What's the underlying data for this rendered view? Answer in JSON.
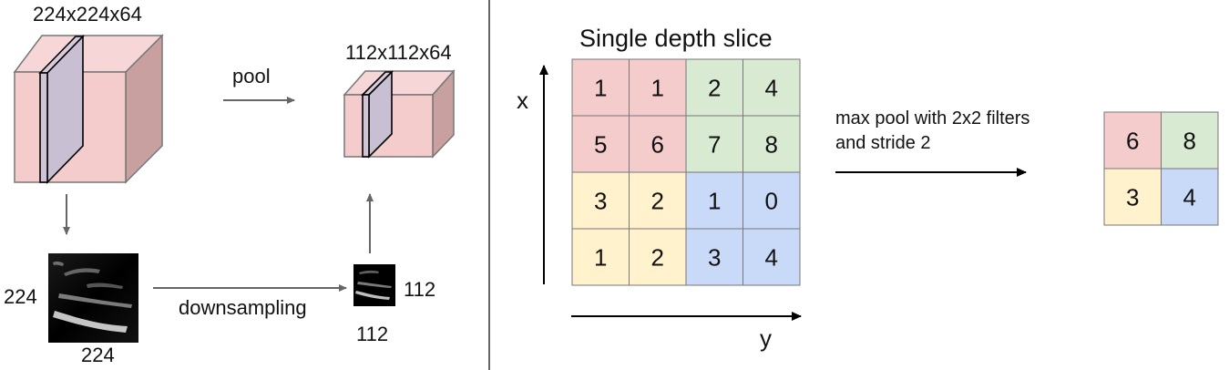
{
  "left_panel": {
    "input_volume_label": "224x224x64",
    "pool_label": "pool",
    "output_volume_label": "112x112x64",
    "input_image": {
      "height_label": "224",
      "width_label": "224"
    },
    "downsampling_label": "downsampling",
    "output_image": {
      "height_label": "112",
      "width_label": "112"
    }
  },
  "right_panel": {
    "title": "Single depth slice",
    "x_axis_label": "x",
    "y_axis_label": "y",
    "input_grid": [
      [
        "1",
        "1",
        "2",
        "4"
      ],
      [
        "5",
        "6",
        "7",
        "8"
      ],
      [
        "3",
        "2",
        "1",
        "0"
      ],
      [
        "1",
        "2",
        "3",
        "4"
      ]
    ],
    "operation_line1": "max pool with 2x2 filters",
    "operation_line2": "and stride 2",
    "output_grid": [
      [
        "6",
        "8"
      ],
      [
        "3",
        "4"
      ]
    ]
  },
  "colors": {
    "quadrant_top_left": "#f4cccc",
    "quadrant_top_right": "#d9ead3",
    "quadrant_bottom_left": "#fff2cc",
    "quadrant_bottom_right": "#c9daf8",
    "cube_front": "#f4cccc",
    "cube_top": "#f6d6d6",
    "cube_side": "#c9a0a0",
    "slice": "#cfc4d6",
    "arrow": "#666666"
  }
}
